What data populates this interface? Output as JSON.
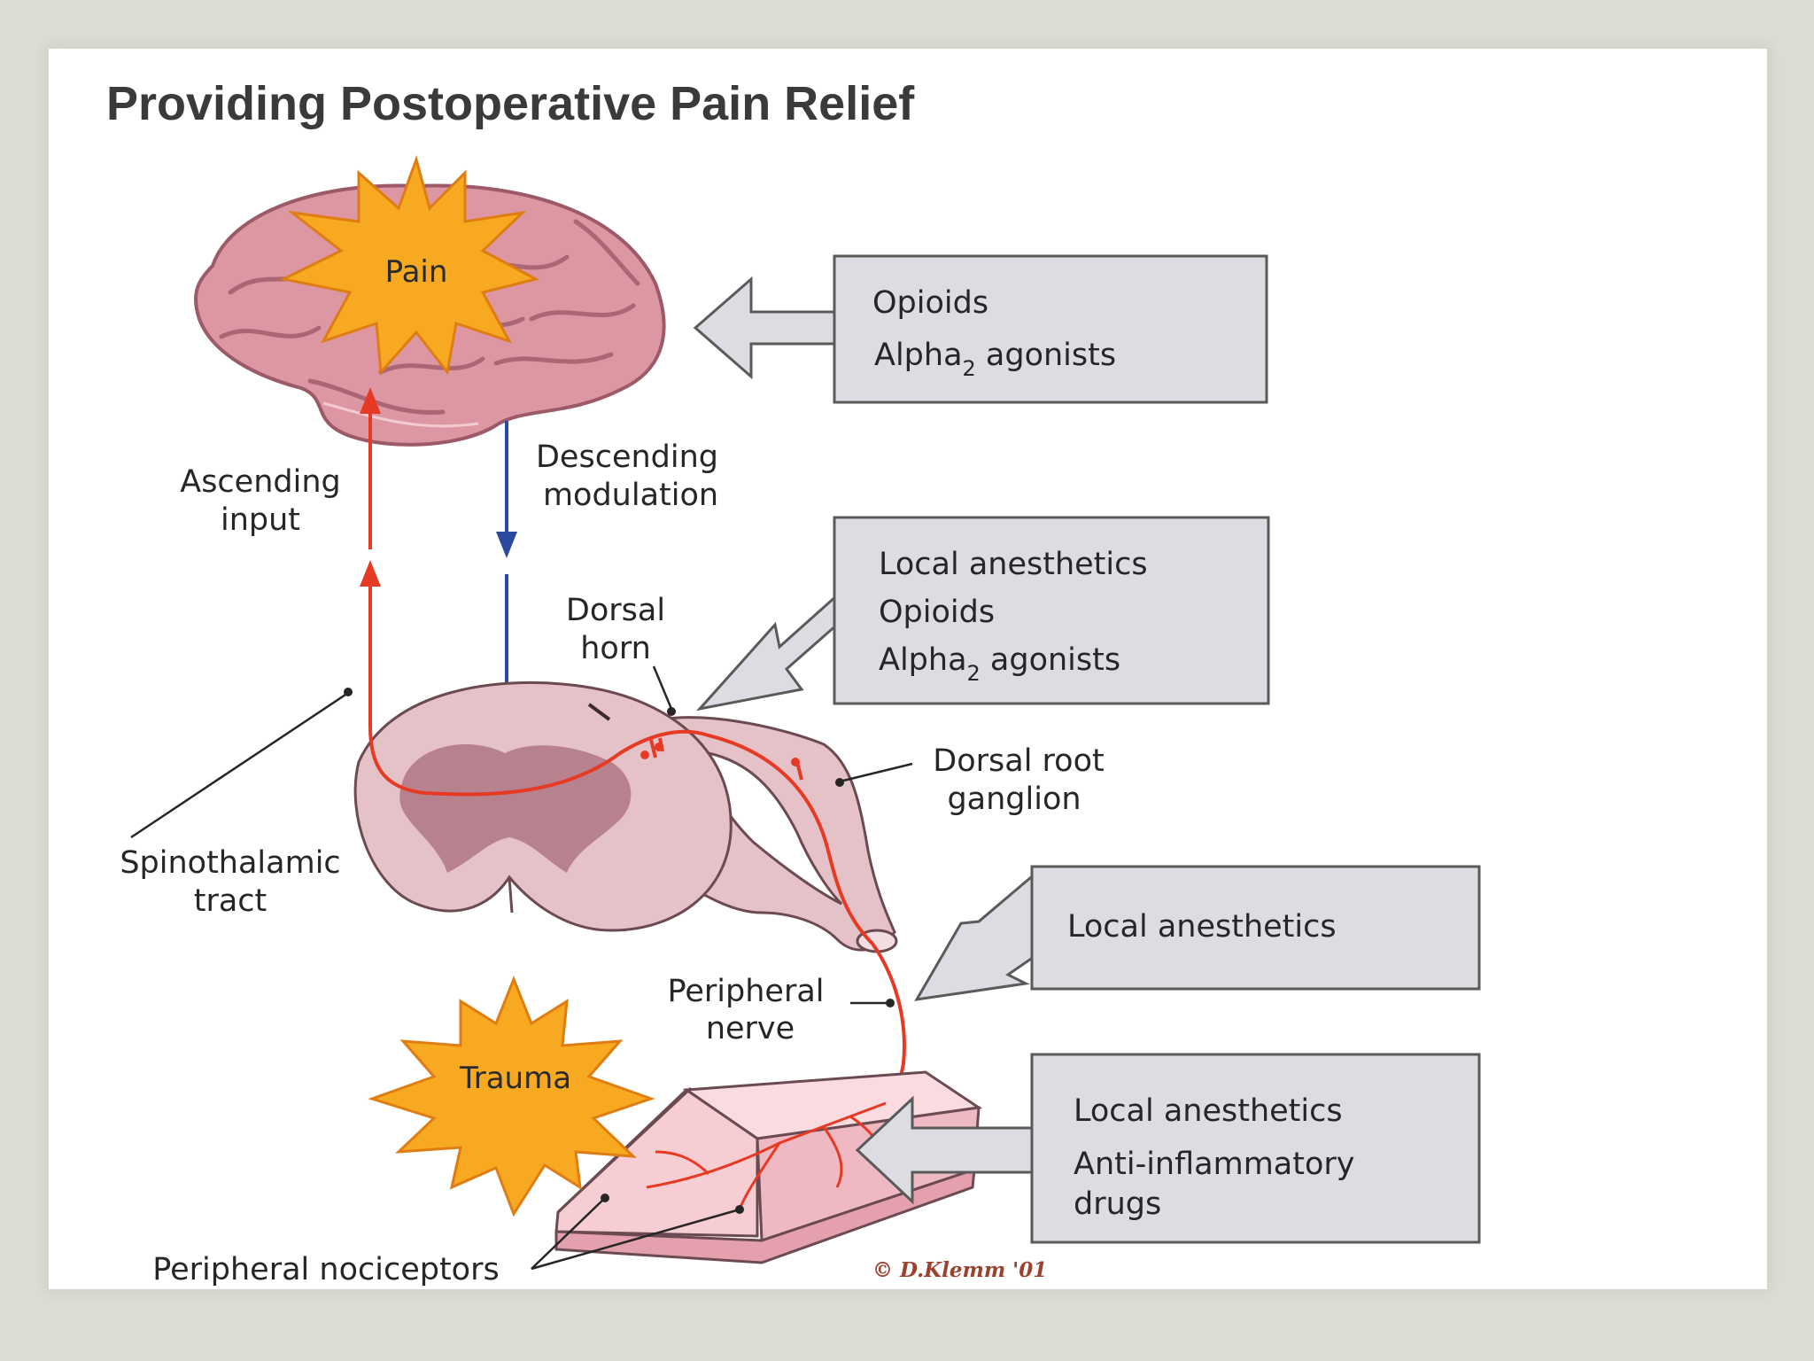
{
  "title": "Providing Postoperative Pain Relief",
  "bursts": {
    "pain": "Pain",
    "trauma": "Trauma"
  },
  "labels": {
    "ascending_1": "Ascending",
    "ascending_2": "input",
    "descending_1": "Descending",
    "descending_2": "modulation",
    "dorsal_horn_1": "Dorsal",
    "dorsal_horn_2": "horn",
    "drg_1": "Dorsal root",
    "drg_2": "ganglion",
    "spinothalamic_1": "Spinothalamic",
    "spinothalamic_2": "tract",
    "peripheral_nerve_1": "Peripheral",
    "peripheral_nerve_2": "nerve",
    "nociceptors": "Peripheral nociceptors"
  },
  "boxes": {
    "brain": {
      "line1": "Opioids",
      "line2_main": "Alpha",
      "line2_sub": "2",
      "line2_rest": " agonists"
    },
    "dorsal_horn": {
      "line1": "Local anesthetics",
      "line2": "Opioids",
      "line3_main": "Alpha",
      "line3_sub": "2",
      "line3_rest": " agonists"
    },
    "nerve": {
      "line1": "Local anesthetics"
    },
    "tissue": {
      "line1": "Local anesthetics",
      "line2": "Anti-inflammatory",
      "line3": "drugs"
    }
  },
  "credit": "© D.Klemm '01",
  "colors": {
    "box_fill": "#dcdde3",
    "box_stroke": "#5a5a5a",
    "burst_fill": "#f7a922",
    "ascending": "#e63a25",
    "descending": "#2a4aa0",
    "brain": "#d9909c",
    "spinal_cord": "#e4c2c8",
    "grey_matter": "#b07684",
    "skin": "#f6cdd3"
  }
}
